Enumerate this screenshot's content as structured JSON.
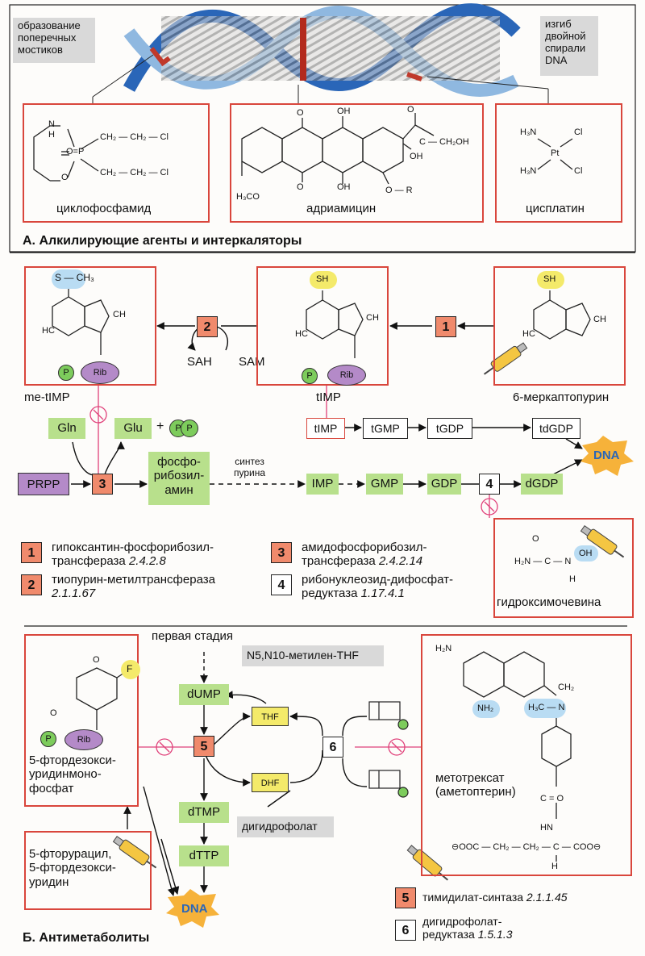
{
  "sectionA": {
    "heading": "А. Алкилирующие агенты и интеркаляторы",
    "callout_left": [
      "образование",
      "поперечных",
      "мостиков"
    ],
    "callout_right": [
      "изгиб",
      "двойной",
      "спирали",
      "DNA"
    ],
    "drug1": "циклофосфамид",
    "drug2": "адриамицин",
    "drug3": "цисплатин"
  },
  "sectionB1": {
    "meTIMP": "me-tIMP",
    "tIMP": "tIMP",
    "mercaptopurine": "6-меркаптопурин",
    "SAH": "SAH",
    "SAM": "SAM",
    "Gln": "Gln",
    "Glu": "Glu",
    "plus": "+",
    "P": "P",
    "Rib": "Rib",
    "PRPP": "PRPP",
    "phosphoribosylamine": [
      "фосфо-",
      "рибозил-",
      "амин"
    ],
    "purine_synthesis": [
      "синтез",
      "пурина"
    ],
    "chain_top": [
      "tIMP",
      "tGMP",
      "tGDP",
      "tdGDP"
    ],
    "chain_bottom": [
      "IMP",
      "GMP",
      "GDP",
      "dGDP"
    ],
    "DNA": "DNA",
    "hydroxyurea": "гидроксимочевина",
    "enzymes": [
      {
        "num": "1",
        "line1": "гипоксантин-фосфорибозил-",
        "line2": "трансфераза ",
        "ec": "2.4.2.8"
      },
      {
        "num": "2",
        "line1": "тиопурин-метилтрансфераза",
        "line2": "",
        "ec": "2.1.1.67"
      },
      {
        "num": "3",
        "line1": "амидофосфорибозил-",
        "line2": "трансфераза ",
        "ec": "2.4.2.14"
      },
      {
        "num": "4",
        "line1": "рибонуклеозид-дифосфат-",
        "line2": "редуктаза ",
        "ec": "1.17.4.1"
      }
    ]
  },
  "sectionB2": {
    "heading": "Б. Антиметаболиты",
    "first_stage": "первая стадия",
    "methylene_thf": "N5,N10-метилен-THF",
    "dUMP": "dUMP",
    "dTMP": "dTMP",
    "dTTP": "dTTP",
    "THF": "THF",
    "DHF": "DHF",
    "dihydrofolate": "дигидрофолат",
    "num5": "5",
    "num6": "6",
    "fdump": [
      "5-фтордезокси-",
      "уридинмоно-",
      "фосфат"
    ],
    "fluorouracil": [
      "5-фторурацил,",
      "5-фтордезокси-",
      "уридин"
    ],
    "methotrexate": [
      "метотрексат",
      "(аметоптерин)"
    ],
    "DNA": "DNA",
    "enzyme5": {
      "num": "5",
      "name": "тимидилат-синтаза ",
      "ec": "2.1.1.45"
    },
    "enzyme6": {
      "num": "6",
      "line1": "дигидрофолат-",
      "line2": "редуктаза ",
      "ec": "1.5.1.3"
    }
  },
  "colors": {
    "red_border": "#d9463c",
    "green_box": "#b8e08c",
    "enzyme_red": "#f08a6c",
    "purple": "#b48ac8",
    "yellow": "#f4ea6a",
    "blue_highlight": "#b9dcf3",
    "magenta_line": "#e0407a"
  }
}
